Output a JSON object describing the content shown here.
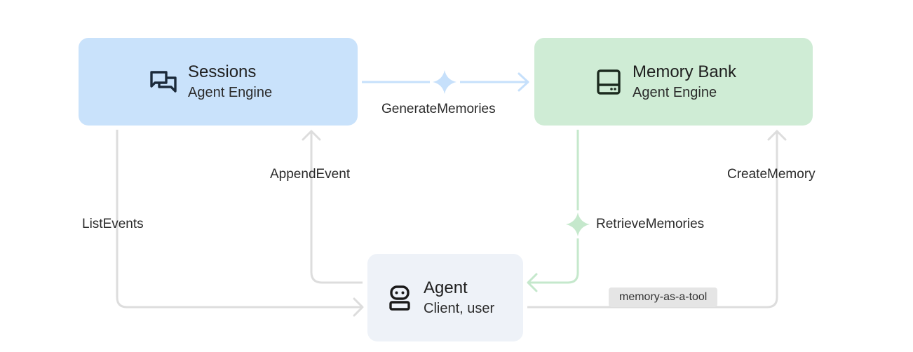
{
  "nodes": {
    "sessions": {
      "title": "Sessions",
      "subtitle": "Agent Engine",
      "icon": "chat-bubbles-icon",
      "color": "#c9e2fb"
    },
    "memory_bank": {
      "title": "Memory Bank",
      "subtitle": "Agent Engine",
      "icon": "storage-drive-icon",
      "color": "#cfecd5"
    },
    "agent": {
      "title": "Agent",
      "subtitle": "Client, user",
      "icon": "robot-icon",
      "color": "#eef2f8"
    }
  },
  "edges": {
    "generate_memories": "GenerateMemories",
    "append_event": "AppendEvent",
    "list_events": "ListEvents",
    "retrieve_memories": "RetrieveMemories",
    "create_memory": "CreateMemory",
    "memory_as_a_tool": "memory-as-a-tool"
  },
  "colors": {
    "blue_connector": "#c6e0fb",
    "green_connector": "#c5e8cc",
    "gray_connector": "#dddddd",
    "tool_tag": "#e5e5e5"
  }
}
